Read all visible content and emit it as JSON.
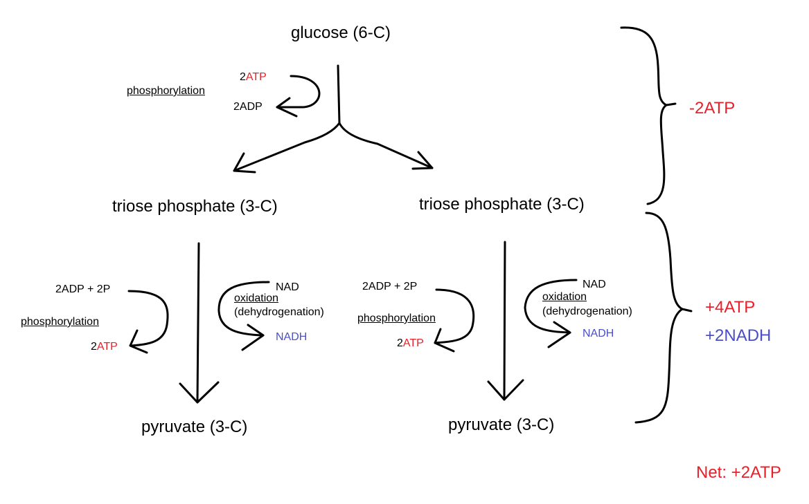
{
  "glucose": "glucose (6-C)",
  "top_reaction": {
    "atp_number": "2",
    "atp_word": "ATP",
    "adp": "2ADP",
    "label": "phosphorylation"
  },
  "triose_left": "triose phosphate (3-C)",
  "triose_right": "triose phosphate (3-C)",
  "left_branch": {
    "adp_p": "2ADP + 2P",
    "phosphorylation": "phosphorylation",
    "atp_number": "2",
    "atp_word": "ATP",
    "nad": "NAD",
    "oxidation": "oxidation",
    "dehydrogenation": "(dehydrogenation)",
    "nadh": "NADH",
    "pyruvate": "pyruvate (3-C)"
  },
  "right_branch": {
    "adp_p": "2ADP + 2P",
    "phosphorylation": "phosphorylation",
    "atp_number": "2",
    "atp_word": "ATP",
    "nad": "NAD",
    "oxidation": "oxidation",
    "dehydrogenation": "(dehydrogenation)",
    "nadh": "NADH",
    "pyruvate": "pyruvate (3-C)"
  },
  "summary": {
    "investment": "-2ATP",
    "payoff_atp": "+4ATP",
    "payoff_nadh": "+2NADH",
    "net": "Net: +2ATP"
  },
  "colors": {
    "atp_red": "#e8202a",
    "nadh_blue": "#4a4fc8"
  }
}
